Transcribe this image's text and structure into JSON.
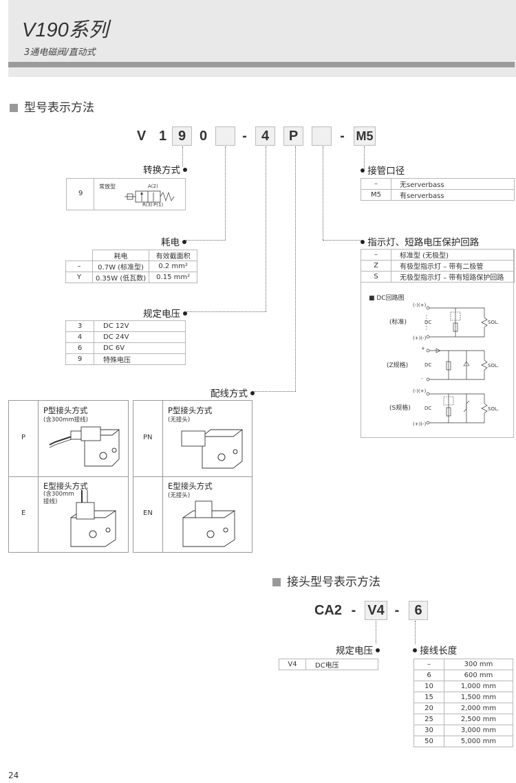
{
  "header": {
    "title": "V190系列",
    "subtitle": "3通电磁阀/直动式"
  },
  "section1": {
    "title": "型号表示方法",
    "code": [
      "V",
      "1",
      "9",
      "0",
      "",
      "-",
      "4",
      "P",
      "",
      "-",
      "M5"
    ],
    "switching": {
      "label": "转换方式",
      "code": "9",
      "name": "常放型",
      "diagram": {
        "a": "A(2)",
        "r": "R(3)",
        "p": "P(1)"
      }
    },
    "power": {
      "label": "耗电",
      "headers": [
        "耗电",
        "有效截面积"
      ],
      "rows": [
        [
          "–",
          "0.7W (标准型)",
          "0.2 mm²"
        ],
        [
          "Y",
          "0.35W (低瓦数)",
          "0.15 mm²"
        ]
      ]
    },
    "voltage": {
      "label": "规定电压",
      "rows": [
        [
          "3",
          "DC 12V"
        ],
        [
          "4",
          "DC 24V"
        ],
        [
          "6",
          "DC 6V"
        ],
        [
          "9",
          "特殊电压"
        ]
      ]
    },
    "wiring": {
      "label": "配线方式",
      "items": [
        {
          "code": "P",
          "title": "P型接头方式",
          "note": "(含300mm接线)"
        },
        {
          "code": "PN",
          "title": "P型接头方式",
          "note": "(无接头)"
        },
        {
          "code": "E",
          "title": "E型接头方式",
          "note": "(含300mm\n接线)"
        },
        {
          "code": "EN",
          "title": "E型接头方式",
          "note": "(无接头)"
        }
      ]
    },
    "port": {
      "label": "接管口径",
      "rows": [
        [
          "–",
          "无serverbass"
        ],
        [
          "M5",
          "有serverbass"
        ]
      ]
    },
    "indicator": {
      "label": "指示灯、短路电压保护回路",
      "rows": [
        [
          "–",
          "标准型 (无极型)"
        ],
        [
          "Z",
          "有极型指示灯 – 带有二极管"
        ],
        [
          "S",
          "无极型指示灯 – 带有短路保护回路"
        ]
      ],
      "circuit_title": "■ DC回路图",
      "circuits": [
        {
          "name": "(标准)",
          "top": "(-)(+)",
          "bottom": "(+)(-)",
          "dc": "DC",
          "sol": "SOL."
        },
        {
          "name": "(Z规格)",
          "top": "+",
          "bottom": "-",
          "dc": "DC",
          "sol": "SOL."
        },
        {
          "name": "(S规格)",
          "top": "(-)(+)",
          "bottom": "(+)(-)",
          "dc": "DC",
          "sol": "SOL."
        }
      ]
    }
  },
  "section2": {
    "title": "接头型号表示方法",
    "code": [
      "CA2",
      "-",
      "V4",
      "-",
      "6"
    ],
    "voltage": {
      "label": "规定电压",
      "rows": [
        [
          "V4",
          "DC电压"
        ]
      ]
    },
    "length": {
      "label": "接线长度",
      "rows": [
        [
          "–",
          "300 mm"
        ],
        [
          "6",
          "600 mm"
        ],
        [
          "10",
          "1,000 mm"
        ],
        [
          "15",
          "1,500 mm"
        ],
        [
          "20",
          "2,000 mm"
        ],
        [
          "25",
          "2,500 mm"
        ],
        [
          "30",
          "3,000 mm"
        ],
        [
          "50",
          "5,000 mm"
        ]
      ]
    }
  },
  "page_number": "24"
}
